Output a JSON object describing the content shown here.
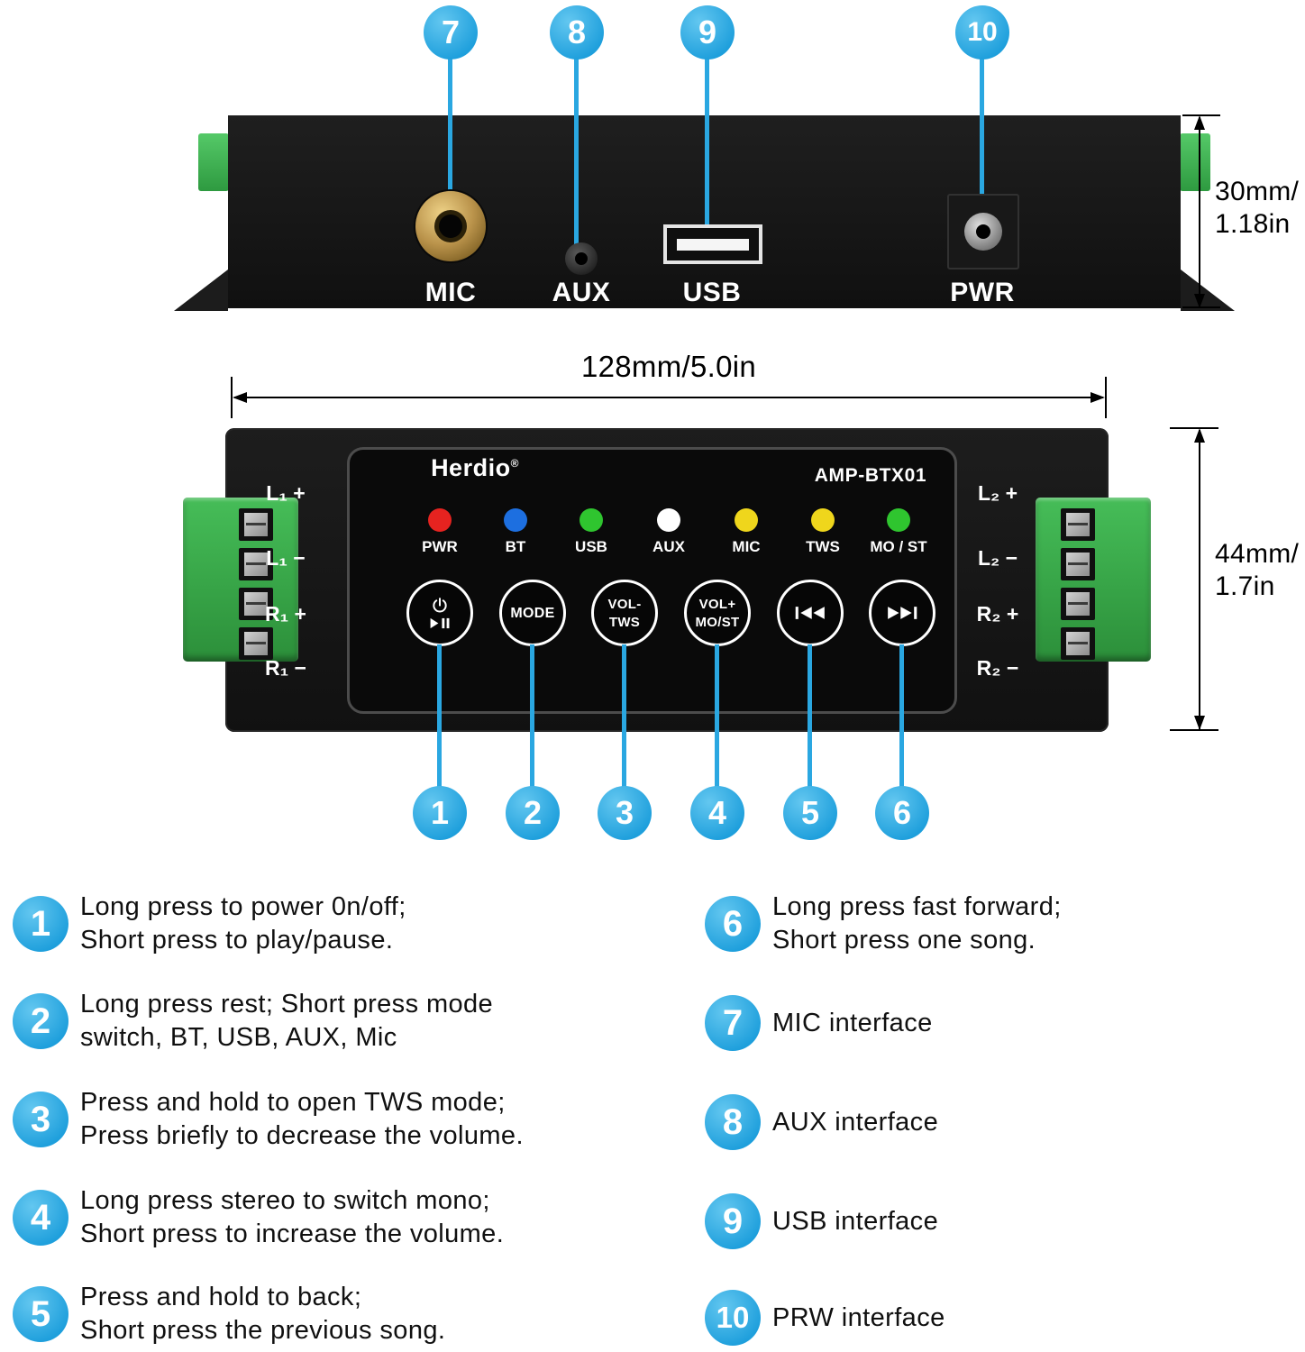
{
  "colors": {
    "callout_blue": "#2aa7e1",
    "device_black": "#151515",
    "terminal_green": "#3aae4b",
    "led_red": "#e62320",
    "led_blue": "#1d6fe0",
    "led_green": "#2fc52f",
    "led_white": "#ffffff",
    "led_yellow": "#efd61c"
  },
  "top_view": {
    "callouts": [
      "7",
      "8",
      "9",
      "10"
    ],
    "ports": [
      {
        "label": "MIC"
      },
      {
        "label": "AUX"
      },
      {
        "label": "USB"
      },
      {
        "label": "PWR"
      }
    ],
    "height_dimension_line1": "30mm/",
    "height_dimension_line2": "1.18in"
  },
  "front_view": {
    "width_dimension": "128mm/5.0in",
    "height_dimension_line1": "44mm/",
    "height_dimension_line2": "1.7in",
    "brand": "Herdio",
    "brand_mark": "®",
    "model": "AMP-BTX01",
    "terminals_left": [
      "L₁ +",
      "L₁ −",
      "R₁ +",
      "R₁ −"
    ],
    "terminals_right": [
      "L₂ +",
      "L₂ −",
      "R₂ +",
      "R₂ −"
    ],
    "leds": [
      {
        "label": "PWR",
        "color": "#e62320"
      },
      {
        "label": "BT",
        "color": "#1d6fe0"
      },
      {
        "label": "USB",
        "color": "#2fc52f"
      },
      {
        "label": "AUX",
        "color": "#ffffff"
      },
      {
        "label": "MIC",
        "color": "#efd61c"
      },
      {
        "label": "TWS",
        "color": "#efd61c"
      },
      {
        "label": "MO / ST",
        "color": "#2fc52f"
      }
    ],
    "buttons": [
      {
        "type": "icon",
        "icons": [
          "power",
          "play-pause"
        ]
      },
      {
        "type": "text",
        "line1": "MODE",
        "line2": ""
      },
      {
        "type": "text",
        "line1": "VOL-",
        "line2": "TWS"
      },
      {
        "type": "text",
        "line1": "VOL+",
        "line2": "MO/ST"
      },
      {
        "type": "icon",
        "icons": [
          "previous-track"
        ]
      },
      {
        "type": "icon",
        "icons": [
          "next-track"
        ]
      }
    ],
    "callouts": [
      "1",
      "2",
      "3",
      "4",
      "5",
      "6"
    ]
  },
  "legend": {
    "left": [
      {
        "num": "1",
        "line1": "Long press to power 0n/off;",
        "line2": "Short press to play/pause."
      },
      {
        "num": "2",
        "line1": "Long press rest; Short press mode",
        "line2": "switch, BT, USB, AUX, Mic"
      },
      {
        "num": "3",
        "line1": "Press and hold to open TWS mode;",
        "line2": "Press briefly to decrease the volume."
      },
      {
        "num": "4",
        "line1": "Long press stereo to switch mono;",
        "line2": "Short press to increase the volume."
      },
      {
        "num": "5",
        "line1": "Press and hold to back;",
        "line2": "Short press the previous song."
      }
    ],
    "right": [
      {
        "num": "6",
        "line1": "Long press fast forward;",
        "line2": "Short press one song."
      },
      {
        "num": "7",
        "line1": "MIC interface",
        "line2": ""
      },
      {
        "num": "8",
        "line1": "AUX interface",
        "line2": ""
      },
      {
        "num": "9",
        "line1": "USB interface",
        "line2": ""
      },
      {
        "num": "10",
        "line1": "PRW interface",
        "line2": ""
      }
    ]
  }
}
